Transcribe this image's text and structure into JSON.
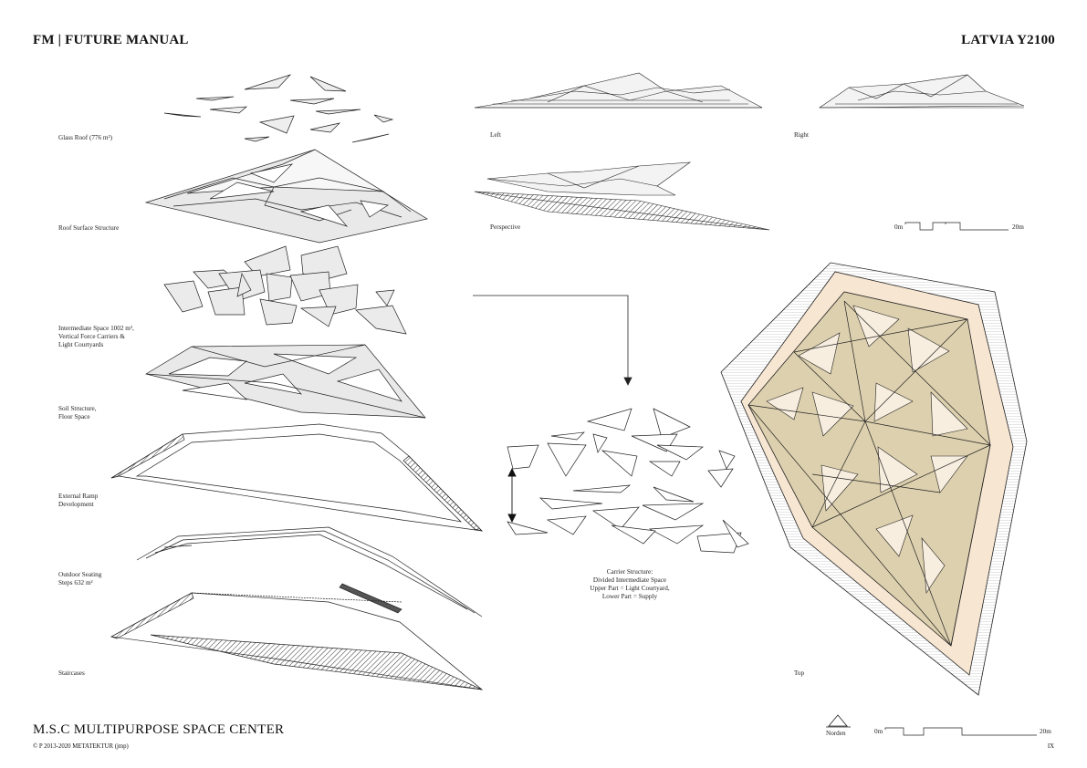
{
  "header": {
    "left_title": "FM | FUTURE MANUAL",
    "right_title": "LATVIA Y2100"
  },
  "layers": [
    {
      "lines": [
        "Glass Roof (776 m²)"
      ]
    },
    {
      "lines": [
        "Roof Surface Structure"
      ]
    },
    {
      "lines": [
        "Intermediate Space 1002 m²,",
        "Vertical Force Carriers &",
        "Light Courtyards"
      ]
    },
    {
      "lines": [
        "Soil Structure,",
        "Floor Space"
      ]
    },
    {
      "lines": [
        "External Ramp",
        "Development"
      ]
    },
    {
      "lines": [
        "Outdoor Seating",
        "Steps 632 m²"
      ]
    },
    {
      "lines": [
        "Staircases"
      ]
    }
  ],
  "views": {
    "left": "Left",
    "right": "Right",
    "perspective": "Perspective",
    "top": "Top"
  },
  "scale_bar_top": {
    "start": "0m",
    "end": "20m"
  },
  "scale_bar_bottom": {
    "start": "0m",
    "end": "20m"
  },
  "carrier": {
    "lines": [
      "Carrier Structure:",
      "Divided Intermediate Space",
      "Upper Part = Light Courtyard,",
      "Lower Part = Supply"
    ]
  },
  "north_label": "Norden",
  "footer": {
    "project_title": "M.S.C MULTIPURPOSE SPACE CENTER",
    "copyright": "© P 2013-2020 METATEKTUR (jmp)",
    "page_number": "IX"
  },
  "colors": {
    "ink": "#111111",
    "grey_fill": "#ececec",
    "tan": "#ddd0ae",
    "peach": "#f7e6d2",
    "light": "#fbf3ea"
  }
}
